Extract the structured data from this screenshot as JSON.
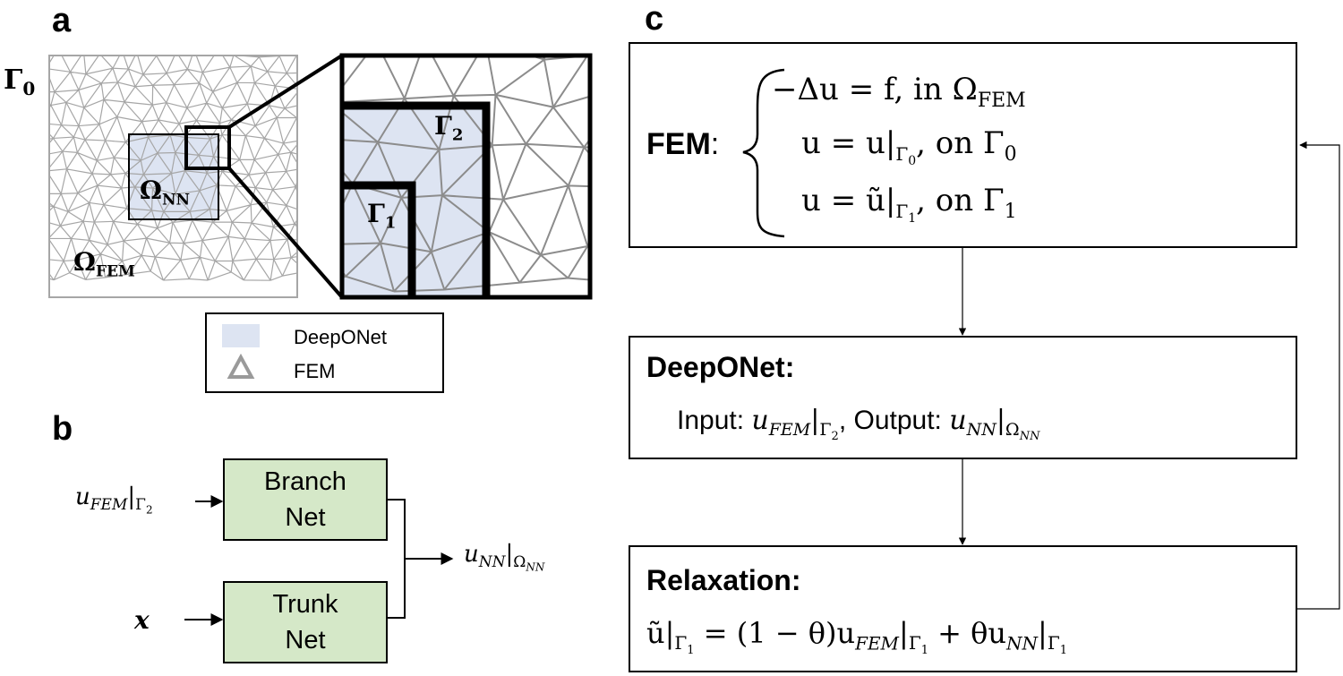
{
  "panels": {
    "a": {
      "label": "a",
      "gamma0": "Γ",
      "gamma0_sub": "0",
      "omega_nn": "Ω",
      "omega_nn_sub": "NN",
      "omega_fem": "Ω",
      "omega_fem_sub": "FEM",
      "gamma1": "Γ",
      "gamma1_sub": "1",
      "gamma2": "Γ",
      "gamma2_sub": "2",
      "legend": [
        {
          "label": "DeepONet",
          "color": "#dde4f2"
        },
        {
          "label": "FEM",
          "color": "#9a9a9a"
        }
      ]
    },
    "b": {
      "label": "b",
      "input_u": "u",
      "input_u_sub": "FEM",
      "input_restrict_sub": "Γ",
      "input_restrict_subsub": "2",
      "input_x": "x",
      "branch_line1": "Branch",
      "branch_line2": "Net",
      "trunk_line1": "Trunk",
      "trunk_line2": "Net",
      "output_u": "u",
      "output_u_sub": "NN",
      "output_restrict_sub": "Ω",
      "output_restrict_subsub": "NN",
      "box_color": "#d5e8c8"
    },
    "c": {
      "label": "c",
      "fem": {
        "title": "FEM",
        "colon": ":",
        "eq1": "−Δu = f, in Ω",
        "eq1_sub": "FEM",
        "eq2_a": "u = u|",
        "eq2_sub": "Γ",
        "eq2_subsub": "0",
        "eq2_b": ", on Γ",
        "eq2_b_sub": "0",
        "eq3_a": "u = ũ|",
        "eq3_sub": "Γ",
        "eq3_subsub": "1",
        "eq3_b": ", on Γ",
        "eq3_b_sub": "1"
      },
      "deeponet": {
        "title": "DeepONet:",
        "input_label": "Input: ",
        "input_u": "u",
        "input_u_sub": "FEM",
        "input_sub": "Γ",
        "input_subsub": "2",
        "output_label": ", Output: ",
        "output_u": "u",
        "output_u_sub": "NN",
        "output_sub": "Ω",
        "output_subsub": "NN"
      },
      "relaxation": {
        "title": "Relaxation:",
        "lhs": "ũ|",
        "lhs_sub": "Γ",
        "lhs_subsub": "1",
        "eq_mid": " = (1 − θ)u",
        "mid_sub": "FEM",
        "mid_restrict_sub": "Γ",
        "mid_restrict_subsub": "1",
        "plus": " + θu",
        "plus_sub": "NN",
        "plus_restrict_sub": "Γ",
        "plus_restrict_subsub": "1"
      }
    }
  }
}
